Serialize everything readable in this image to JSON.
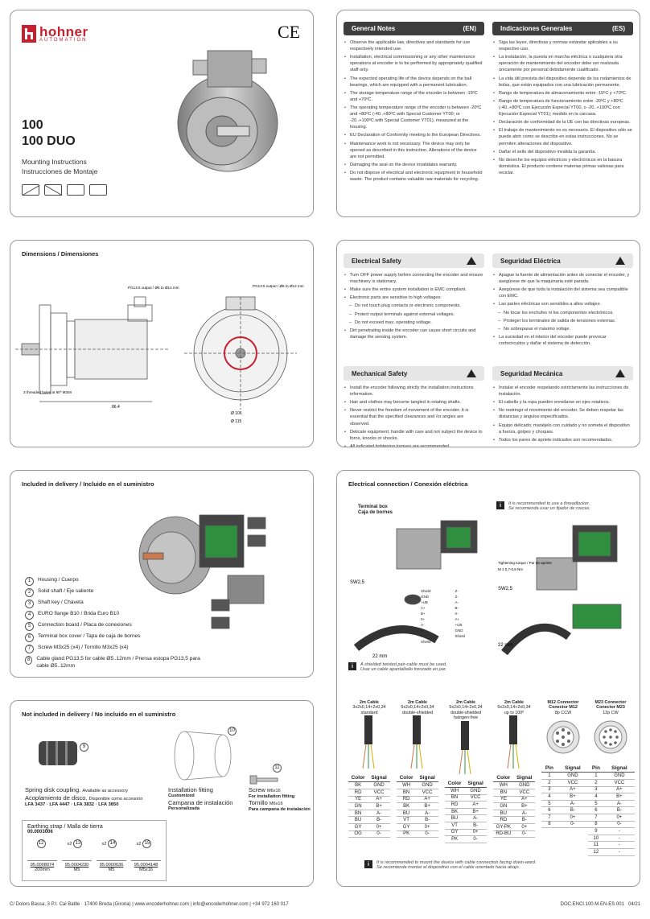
{
  "brand": {
    "name": "hohner",
    "sub": "AUTOMATION",
    "ce": "CE"
  },
  "product": {
    "model1": "100",
    "model2": "100 DUO",
    "sub1": "Mounting Instructions",
    "sub2": "Instrucciones de Montaje"
  },
  "general_en": {
    "title": "General Notes",
    "lang": "(EN)",
    "items": [
      "Observe the applicable law, directives and standards for use respectively intended use.",
      "Installation, electrical commissioning or any other maintenance operations at encoder is to be performed by appropriately qualified staff only.",
      "The expected operating life of the device depends on the ball bearings, which are equipped with a permanent lubrication.",
      "The storage temperature range of the encoder is between -15ºC and +70ºC.",
      "The operating temperature range of the encoder is between -20ºC and +80ºC (-40..+80ºC with Special Customer YT00; or -20..+100ºC with Special Customer YT01), measured at the housing.",
      "EU Declaration of Conformity meeting to the European Directives.",
      "Maintenance work is not necessary. The device may only be opened as described in this instruction. Alterations of the device are not permitted.",
      "Damaging the seal on the device invalidates warranty.",
      "Do not dispose of electrical and electronic equipment in household waste. The product contains valuable raw materials for recycling."
    ]
  },
  "general_es": {
    "title": "Indicaciones Generales",
    "lang": "(ES)",
    "items": [
      "Siga las leyes, directivas y normas estándar aplicables a su respectivo uso.",
      "La instalación, la puesta en marcha eléctrica o cualquiera otra operación de mantenimiento del encoder debe ser realizada únicamente por personal debidamente cualificado.",
      "La vida útil prevista del dispositivo depende de los rodamientos de bolas, que están equipados con una lubricación permanente.",
      "Rango de temperatura de almacenamiento entre -15ºC y +70ºC.",
      "Rango de temperatura de funcionamiento entre -20ºC y +80ºC (-40..+80ºC con Ejecución Especial YT00, o -20..+100ºC con Ejecución Especial YT01); medido en la carcasa.",
      "Declaración de conformidad de la UE con las directivas europeas.",
      "El trabajo de mantenimiento no es necesario. El dispositivo sólo se puede abrir como se describe en estas instrucciones. No se permiten alteraciones del dispositivo.",
      "Dañar el sello del dispositivo invalida la garantía.",
      "No deseche los equipos eléctricos y electrónicos en la basura doméstica. El producto contiene materias primas valiosas para reciclar."
    ]
  },
  "dimensions": {
    "title": "Dimensions / Dimensiones",
    "labels": [
      "PG13.5 output / Ø6 to Ø12 mm",
      "PG13.5 output / Ø6 to Ø12 mm",
      "3 threaded holes at 90º M3x8",
      "86.4",
      "Ø 106",
      "Ø 115"
    ]
  },
  "elec_en": {
    "title": "Electrical Safety",
    "items": [
      "Turn OFF power supply before connecting the encoder and ensure machinery is stationary.",
      "Make sure the entire system installation is EMC compliant.",
      "Electronic parts are sensitive to high voltages:"
    ],
    "subs": [
      "Do not touch plug contacts or electronic components.",
      "Protect output terminals against external voltages.",
      "Do not exceed max. operating voltage."
    ],
    "last": "Dirt penetrating inside the encoder can cause short circuits and damage the sensing system."
  },
  "elec_es": {
    "title": "Seguridad Eléctrica",
    "items": [
      "Apague la fuente de alimentación antes de conectar el encoder, y asegúrese de que la maquinaria esté parada.",
      "Asegúrese de que toda la instalación del sistema sea compatible con EMC.",
      "Las partes eléctricas son sensibles a altos voltajes:"
    ],
    "subs": [
      "No tocar los enchufes ni los componentes electrónicos.",
      "Proteger los terminales de salida de tensiones externas.",
      "No sobrepasar el máximo voltaje."
    ],
    "last": "La suciedad en el interior del encoder puede provocar cortocircuitos y dañar el sistema de detección."
  },
  "mech_en": {
    "title": "Mechanical Safety",
    "items": [
      "Install the encoder following strictly the installation instructions information.",
      "Hair and clothes may become tangled in rotating shafts.",
      "Never restrict the freedom of movement of the encoder. It is essential that the specified clearances and /or angles are observed.",
      "Delicate equipment; handle with care and not subject the device to force, knocks or shocks.",
      "All indicated tightening torques are recommended."
    ]
  },
  "mech_es": {
    "title": "Seguridad Mecánica",
    "items": [
      "Instalar el encoder respetando estrictamente las instrucciones de instalación.",
      "El cabello y la ropa pueden enredarse en ejes rotativos.",
      "No restringir el movimiento del encoder. Se deben respetar las distancias y ángulos especificados.",
      "Equipo delicado; manéjelo con cuidado y no someta el dispositivo a fuerza, golpes y choques.",
      "Todos los pares de apriete indicados son recomendados."
    ]
  },
  "delivery": {
    "title": "Included in delivery / Incluido en el suministro",
    "items": [
      {
        "n": "1",
        "t": "Housing / Cuerpo"
      },
      {
        "n": "2",
        "t": "Solid shaft / Eje saliente"
      },
      {
        "n": "3",
        "t": "Shaft key / Chaveta"
      },
      {
        "n": "4",
        "t": "EURO flange B10 / Brida Euro B10"
      },
      {
        "n": "5",
        "t": "Connection board / Placa de conexiones"
      },
      {
        "n": "6",
        "t": "Terminal box cover / Tapa de caja de bornes"
      },
      {
        "n": "7",
        "t": "Screw M3x25 (x4) / Tornillo M3x25 (x4)"
      },
      {
        "n": "8",
        "t": "Cable gland PG13,5 for cable Ø5..12mm / Prensa estopa PG13,5 para cable Ø5..12mm"
      }
    ]
  },
  "notincluded": {
    "title": "Not included in delivery / No incluido en el suministro",
    "coupling": {
      "n": "9",
      "l1": "Spring disk coupling.",
      "l1b": "Available as accessory",
      "l2": "Acoplamiento de disco.",
      "l2b": "Disponible como accesorio",
      "l3": "LFA 3437 · LFA 4447 · LFA 3832 · LFA 3850"
    },
    "fitting": {
      "n": "10",
      "l1": "Installation fitting",
      "l2": "Customized",
      "l3": "Campana de instalación",
      "l4": "Personalizada"
    },
    "screw": {
      "n": "11",
      "l1": "Screw",
      "l1b": "M6x16",
      "l2": "For installation fitting",
      "l3": "Tornillo",
      "l3b": "M6x16",
      "l4": "Para campana de instalación"
    },
    "earth": {
      "title": "Earthing strap / Malla de tierra",
      "code": "00.0003006",
      "parts": [
        {
          "n": "12",
          "q": "",
          "code": "95.0008074",
          "d": "200mm"
        },
        {
          "n": "13",
          "q": "x2",
          "code": "95.0004230",
          "d": "M5"
        },
        {
          "n": "14",
          "q": "x2",
          "code": "95.0000636",
          "d": "M5"
        },
        {
          "n": "15",
          "q": "x2",
          "code": "95.0004148",
          "d": "M5x16"
        }
      ]
    }
  },
  "electrical": {
    "title": "Electrical connection / Conexión eléctrica",
    "tb1": "Terminal box",
    "tb2": "Caja de bornes",
    "note1a": "It is recommended to use a threadlocker.",
    "note1b": "Se recomienda usar un fijador de roscas.",
    "note2a": "A shielded twisted pair-cable must be used.",
    "note2b": "Usar un cable apantallado trenzado en par.",
    "note3a": "It is recommended to mount the device with cable connection facing down-ward.",
    "note3b": "Se recomienda montar el dispositivo con el cable orientado hacia abajo.",
    "sw": "SW2,5",
    "mm": "22 mm",
    "torque": "Tightening torque / Par de apriete",
    "torque_val": "M 1 0,7-0,8 Nm",
    "term_left": [
      "Shield",
      "GND",
      "+UB",
      "A+",
      "B+",
      "0+",
      "A-",
      "B-",
      "0-",
      "Shield"
    ],
    "term_right": [
      "Z-",
      "Z-",
      "A-",
      "B-",
      "0-",
      "A+",
      "+UB",
      "GND",
      "Shield"
    ]
  },
  "cables": [
    {
      "t": "2m Cable",
      "s": "3x2x0,14+2x0,34",
      "k": "standard",
      "color": [
        "BK",
        "RD",
        "YE",
        "GN",
        "BN",
        "BU",
        "GY",
        "OG"
      ],
      "sig": [
        "GND",
        "VCC",
        "A+",
        "B+",
        "A-",
        "B-",
        "0+",
        "0-"
      ]
    },
    {
      "t": "2m Cable",
      "s": "5x2x0,14+2x0,34",
      "k": "double-shielded",
      "color": [
        "WH",
        "BN",
        "RD",
        "BK",
        "BU",
        "VT",
        "GY",
        "PK"
      ],
      "sig": [
        "GND",
        "VCC",
        "A+",
        "B+",
        "A-",
        "B-",
        "0+",
        "0-"
      ]
    },
    {
      "t": "2m Cable",
      "s": "5x2x0,14+2x0,34",
      "k": "double-shielded halogen-free",
      "color": [
        "WH",
        "BN",
        "RD",
        "BK",
        "BU",
        "VT",
        "GY",
        "PK"
      ],
      "sig": [
        "GND",
        "VCC",
        "A+",
        "B+",
        "A-",
        "B-",
        "0+",
        "0-"
      ]
    },
    {
      "t": "2m Cable",
      "s": "5x2x0,14+2x0,34",
      "k": "up to 100º",
      "color": [
        "WH",
        "BN",
        "YE",
        "GN",
        "BU",
        "RD",
        "GY-PK",
        "RD-BU"
      ],
      "sig": [
        "GND",
        "VCC",
        "A+",
        "B+",
        "A-",
        "B-",
        "0+",
        "0-"
      ]
    }
  ],
  "m12": {
    "t1": "M12 Connector",
    "t2": "Conector M12",
    "s": "8p CCW",
    "pin": [
      "1",
      "2",
      "3",
      "4",
      "5",
      "6",
      "7",
      "8"
    ],
    "sig": [
      "GND",
      "VCC",
      "A+",
      "B+",
      "A-",
      "B-",
      "0+",
      "0-"
    ]
  },
  "m23": {
    "t1": "M23 Connector",
    "t2": "Conector M23",
    "s": "12p CW",
    "pin": [
      "1",
      "2",
      "3",
      "4",
      "5",
      "6",
      "7",
      "8",
      "9",
      "10",
      "11",
      "12"
    ],
    "sig": [
      "GND",
      "VCC",
      "A+",
      "B+",
      "A-",
      "B-",
      "0+",
      "0-",
      "-",
      "-",
      "-",
      "-"
    ]
  },
  "headers": {
    "color": "Color",
    "signal": "Signal",
    "pin": "Pin"
  },
  "footer": {
    "left": "C/ Dolors Bassa, 3 P.I. Cal Batlle · 17400 Breda (Girona) | www.encoderhohner.com | info@encoderhohner.com | +34 972 160 017",
    "right": "DOC.ENCI.100.M.EN-ES.001   04/21"
  }
}
